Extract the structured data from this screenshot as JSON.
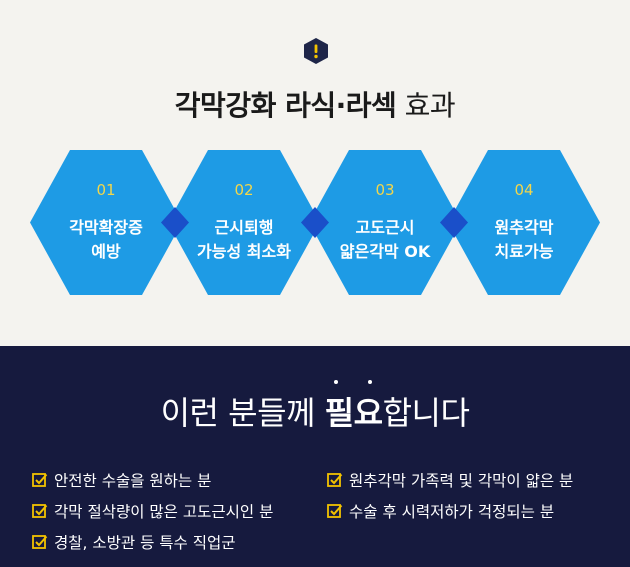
{
  "top": {
    "alert_icon": "exclamation-hexagon-icon",
    "title_strong": "각막강화 라식·라섹",
    "title_light": "효과"
  },
  "benefits": [
    {
      "number": "01",
      "line1": "각막확장증",
      "line2": "예방"
    },
    {
      "number": "02",
      "line1": "근시퇴행",
      "line2": "가능성 최소화"
    },
    {
      "number": "03",
      "line1": "고도근시",
      "line2": "얇은각막 OK"
    },
    {
      "number": "04",
      "line1": "원추각막",
      "line2": "치료가능"
    }
  ],
  "bottom": {
    "title_pre": "이런 분들께 ",
    "title_emph_1": "필",
    "title_emph_2": "요",
    "title_post": "합니다",
    "left_items": [
      "안전한 수술을 원하는 분",
      "각막 절삭량이 많은 고도근시인 분",
      "경찰, 소방관 등 특수 직업군"
    ],
    "right_items": [
      "원추각막 가족력 및 각막이 얇은 분",
      "수술 후 시력저하가 걱정되는 분"
    ]
  },
  "colors": {
    "top_bg": "#f4f3ef",
    "bottom_bg": "#161a3e",
    "hex_blue": "#1e9be5",
    "diamond_blue": "#1a4fc9",
    "number_yellow": "#f2d64b",
    "check_yellow": "#f2c200",
    "badge_navy": "#1e2548"
  }
}
